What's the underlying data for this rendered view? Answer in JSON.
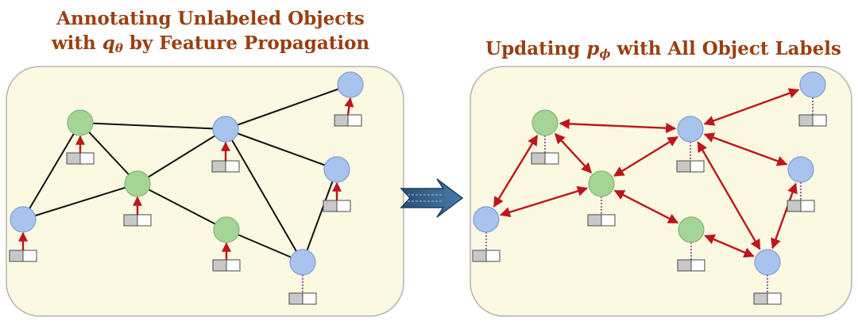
{
  "left_panel": {
    "title_line1": "Annotating Unlabeled Objects",
    "title_line2_prefix": "with ",
    "title_var": "q",
    "title_var_sub": "θ",
    "title_line2_suffix": " by Feature Propagation"
  },
  "right_panel": {
    "title_prefix": "Updating ",
    "title_var": "p",
    "title_var_sub": "ϕ",
    "title_suffix": " with All Object Labels"
  },
  "colors": {
    "panel_fill": "#fbf9e1",
    "panel_stroke": "#b4b4b4",
    "labeled_node": "#a8c4ee",
    "unlabeled_node": "#a5d497",
    "edge": "#111111",
    "arrow": "#c0141b",
    "dotted_link": "#8a4fb0",
    "title": "#9a3f12",
    "big_arrow": "#2f5b84"
  },
  "nodes": [
    {
      "id": "n1",
      "kind": "labeled"
    },
    {
      "id": "n2",
      "kind": "unlabeled"
    },
    {
      "id": "n3",
      "kind": "labeled"
    },
    {
      "id": "n4",
      "kind": "unlabeled"
    },
    {
      "id": "n5",
      "kind": "labeled"
    },
    {
      "id": "n6",
      "kind": "labeled"
    },
    {
      "id": "n7",
      "kind": "unlabeled"
    },
    {
      "id": "n8",
      "kind": "labeled"
    },
    {
      "id": "n9",
      "kind": "labeled"
    }
  ]
}
